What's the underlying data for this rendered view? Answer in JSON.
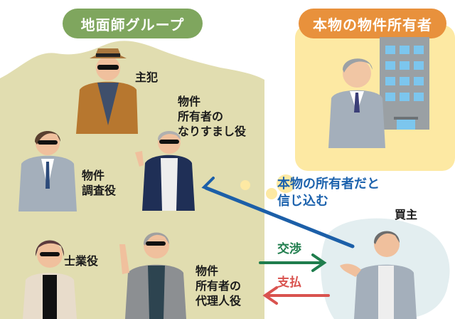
{
  "groups": {
    "fraud_group": {
      "title": "地面師グループ",
      "color": "#7fa65e",
      "bg": "#e1ddb0"
    },
    "real_owner": {
      "title": "本物の物件所有者",
      "color": "#e8913c",
      "bg": "#fde9a3"
    }
  },
  "roles": {
    "mastermind": "主犯",
    "impersonator": [
      "物件",
      "所有者の",
      "なりすまし役"
    ],
    "investigator": [
      "物件",
      "調査役"
    ],
    "professional": "士業役",
    "agent": [
      "物件",
      "所有者の",
      "代理人役"
    ],
    "buyer": "買主"
  },
  "arrows": {
    "believe": {
      "label": [
        "本物の所有者だと",
        "信じ込む"
      ],
      "color": "#1c5fa8"
    },
    "negotiate": {
      "label": "交渉",
      "color": "#1f7d4d"
    },
    "payment": {
      "label": "支払",
      "color": "#d9534f"
    }
  }
}
